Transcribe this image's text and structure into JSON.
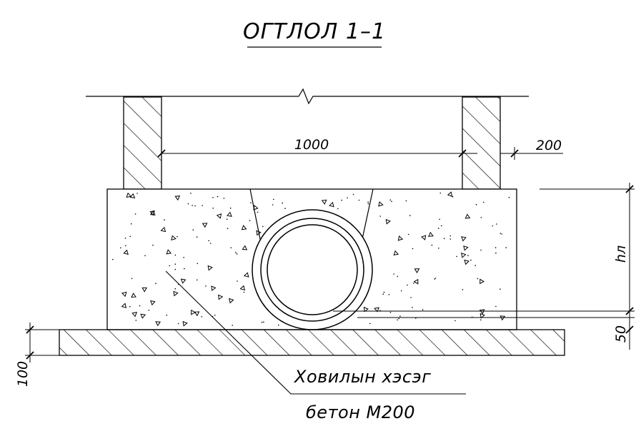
{
  "title": "ОГТЛОЛ 1–1",
  "dimensions": {
    "inner_width": "1000",
    "wall_thickness": "200",
    "height": "hл",
    "base_step": "50",
    "footing": "100"
  },
  "labels": {
    "line1": "Ховилын хэсэг",
    "line2": "бетон   М200"
  },
  "colors": {
    "stroke": "#000000",
    "background": "#ffffff"
  }
}
